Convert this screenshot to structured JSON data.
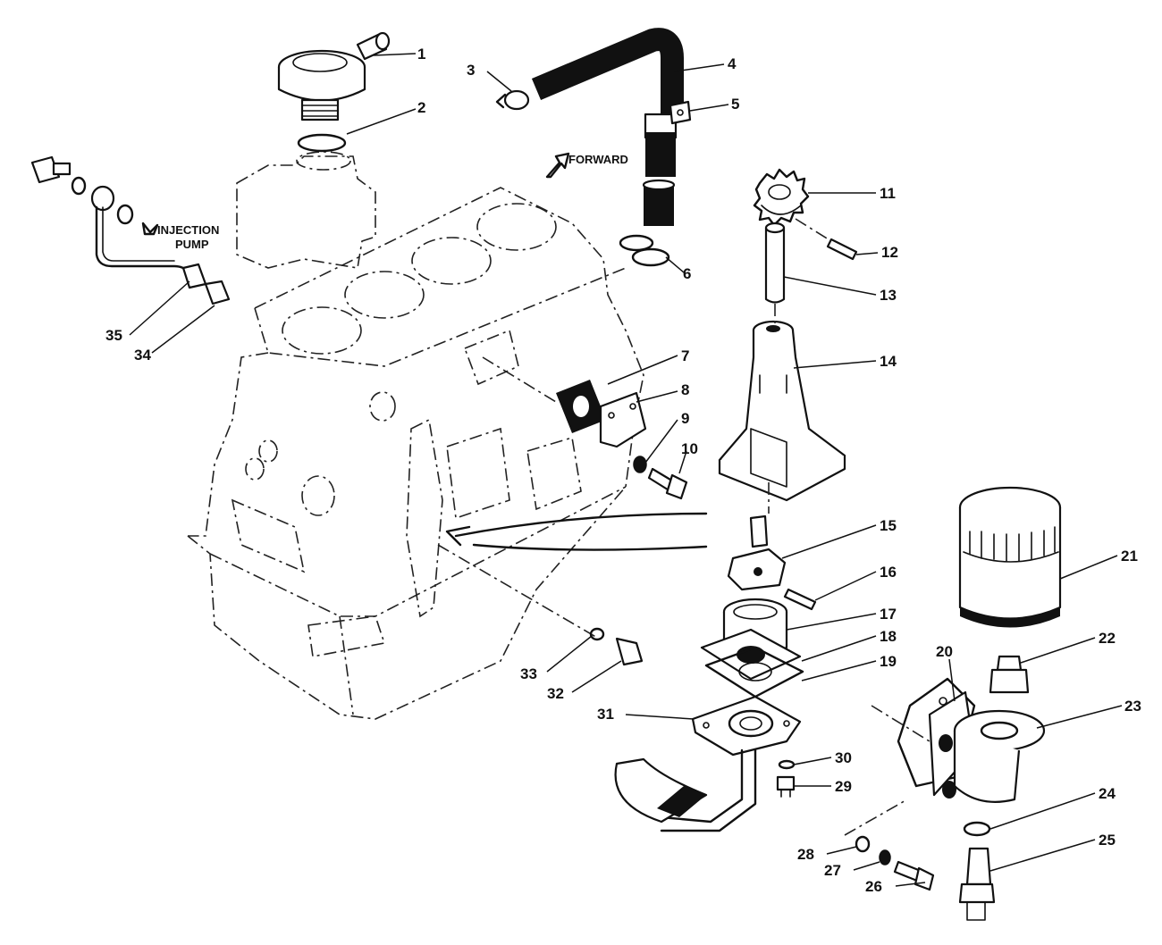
{
  "labels": {
    "forward": "FORWARD",
    "injection_line1": "INJECTION",
    "injection_line2": "PUMP"
  },
  "callouts": [
    {
      "id": "1"
    },
    {
      "id": "2"
    },
    {
      "id": "3"
    },
    {
      "id": "4"
    },
    {
      "id": "5"
    },
    {
      "id": "6"
    },
    {
      "id": "7"
    },
    {
      "id": "8"
    },
    {
      "id": "9"
    },
    {
      "id": "10"
    },
    {
      "id": "11"
    },
    {
      "id": "12"
    },
    {
      "id": "13"
    },
    {
      "id": "14"
    },
    {
      "id": "15"
    },
    {
      "id": "16"
    },
    {
      "id": "17"
    },
    {
      "id": "18"
    },
    {
      "id": "19"
    },
    {
      "id": "20"
    },
    {
      "id": "21"
    },
    {
      "id": "22"
    },
    {
      "id": "23"
    },
    {
      "id": "24"
    },
    {
      "id": "25"
    },
    {
      "id": "26"
    },
    {
      "id": "27"
    },
    {
      "id": "28"
    },
    {
      "id": "29"
    },
    {
      "id": "30"
    },
    {
      "id": "31"
    },
    {
      "id": "32"
    },
    {
      "id": "33"
    },
    {
      "id": "34"
    },
    {
      "id": "35"
    }
  ]
}
